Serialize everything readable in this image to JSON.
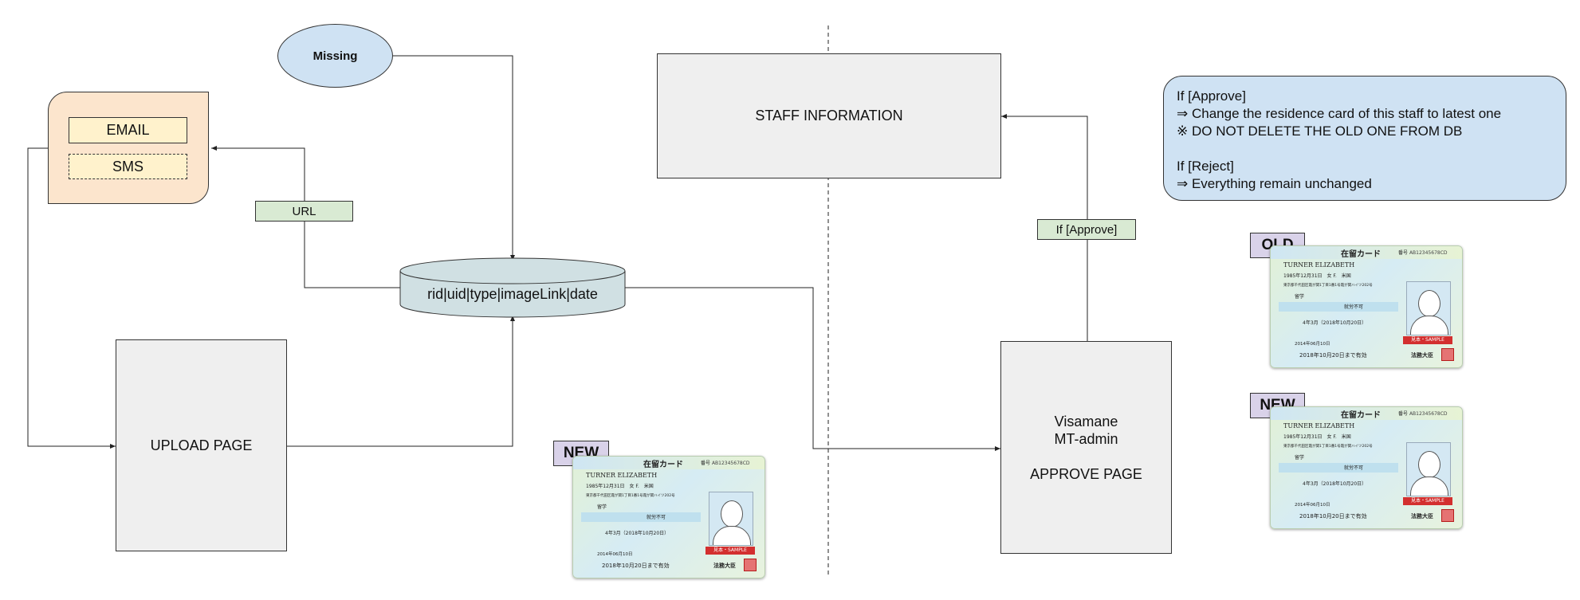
{
  "missing": "Missing",
  "notify": {
    "email": "EMAIL",
    "sms": "SMS"
  },
  "url_label": "URL",
  "db_record": "rid|uid|type|imageLink|date",
  "upload_page": "UPLOAD PAGE",
  "staff_info": "STAFF INFORMATION",
  "approve_page": {
    "line1": "Visamane",
    "line2": "MT-admin",
    "line3": "APPROVE PAGE"
  },
  "if_approve_label": "If [Approve]",
  "note": {
    "l1": "If [Approve]",
    "l2": "⇒ Change the residence card of this staff to latest one",
    "l3": "※ DO NOT DELETE THE OLD ONE FROM DB",
    "l4": "If [Reject]",
    "l5": "⇒ Everything remain unchanged"
  },
  "tags": {
    "old": "OLD",
    "new_right": "NEW",
    "new_mid": "NEW"
  },
  "card": {
    "title": "在留カード",
    "number_label": "番号",
    "number": "AB12345678CD",
    "name": "TURNER ELIZABETH",
    "dob": "1985年12月31日",
    "sex": "女 F.",
    "nationality": "米国",
    "address": "東京都千代田区霞が関1丁目1番1号霞が関ハイツ202号",
    "status": "留学",
    "work": "就労不可",
    "period": "4年3月（2018年10月20日）",
    "issued": "2014年06月10日",
    "valid": "2018年10月20日まで有効",
    "sample": "見本・SAMPLE",
    "minister": "法務大臣"
  },
  "colors": {
    "missing_fill": "#cfe2f3",
    "notify_fill": "#fce5cd",
    "email_fill": "#fff2cc",
    "db_fill": "#d0e0e3",
    "box_fill": "#efefef",
    "label_fill": "#d9ead3",
    "tag_fill": "#d9d2e9",
    "note_fill": "#cfe2f3"
  }
}
